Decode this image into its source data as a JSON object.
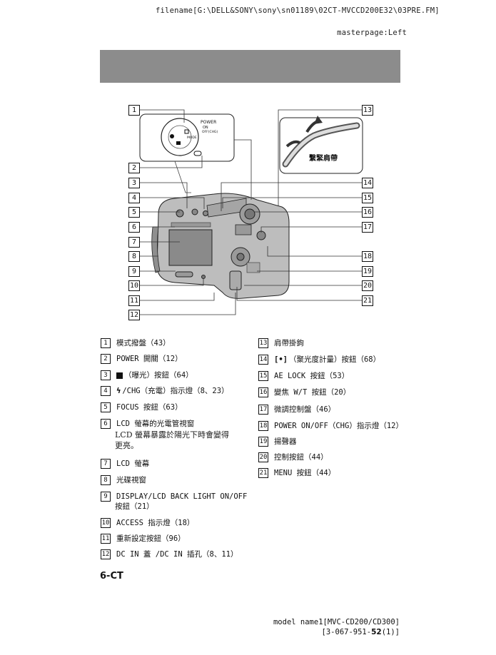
{
  "header": {
    "filename": "filename[G:\\DELL&SONY\\sony\\sn01189\\02CT-MVCCD200E32\\03PRE.FM]",
    "masterpage": "masterpage:Left"
  },
  "figure": {
    "dial_power_label": "POWER",
    "dial_on_label": "ON",
    "dial_off_label": "OFF(CHG)",
    "strap_label": "繫緊肩帶",
    "callouts": [
      "1",
      "2",
      "3",
      "4",
      "5",
      "6",
      "7",
      "8",
      "9",
      "10",
      "11",
      "12",
      "13",
      "14",
      "15",
      "16",
      "17",
      "18",
      "19",
      "20",
      "21"
    ]
  },
  "legend_left": [
    {
      "num": "1",
      "text": "模式撥盤（43）"
    },
    {
      "num": "2",
      "text": "POWER 開關（12）"
    },
    {
      "num": "3",
      "text": "（曝光）按鈕（64）"
    },
    {
      "num": "4",
      "text": "/CHG（充電）指示燈（8、23）"
    },
    {
      "num": "5",
      "text": "FOCUS 按鈕（63）"
    },
    {
      "num": "6",
      "text": "LCD 螢幕的光電管視窗"
    },
    {
      "num": "7",
      "text": "LCD 螢幕"
    },
    {
      "num": "8",
      "text": "光碟視窗"
    },
    {
      "num": "9",
      "text": "DISPLAY/LCD BACK LIGHT ON/OFF"
    },
    {
      "num": "10",
      "text": "ACCESS 指示燈（18）"
    },
    {
      "num": "11",
      "text": "重新設定按鈕（96）"
    },
    {
      "num": "12",
      "text": "DC IN 蓋 /DC IN 插孔（8、11）"
    }
  ],
  "item6_note_line1": "LCD 螢幕暴露於陽光下時會變得",
  "item6_note_line2": "更亮。",
  "item9_line2": "按鈕（21）",
  "legend_right": [
    {
      "num": "13",
      "text": "肩帶掛鉤"
    },
    {
      "num": "14",
      "text": "（聚光度計量）按鈕（68）"
    },
    {
      "num": "15",
      "text": "AE LOCK 按鈕（53）"
    },
    {
      "num": "16",
      "text": "變焦 W/T 按鈕（20）"
    },
    {
      "num": "17",
      "text": "微調控制盤（46）"
    },
    {
      "num": "18",
      "text": "POWER ON/OFF（CHG）指示燈（12）"
    },
    {
      "num": "19",
      "text": "揚聲器"
    },
    {
      "num": "20",
      "text": "控制按鈕（44）"
    },
    {
      "num": "21",
      "text": "MENU 按鈕（44）"
    }
  ],
  "page_number": "6-CT",
  "footer": {
    "model_line": "model name1[MVC-CD200/CD300]",
    "code_prefix": "[3-067-951-",
    "code_bold": "52",
    "code_suffix": "(1)]"
  }
}
